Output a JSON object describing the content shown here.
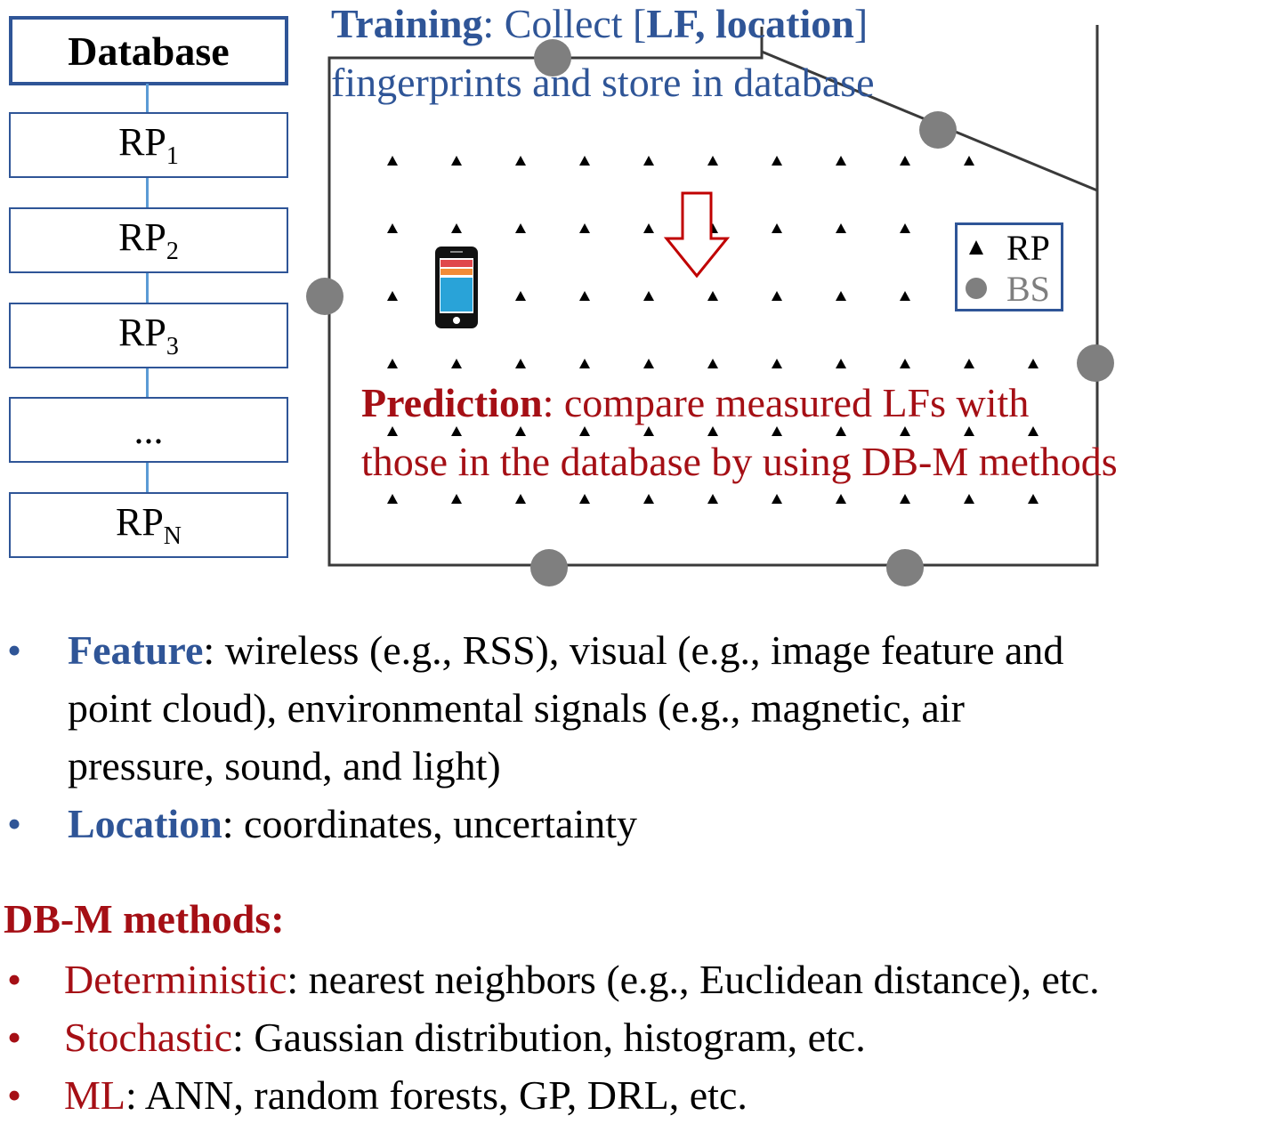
{
  "database": {
    "title": "Database",
    "items": [
      {
        "base": "RP",
        "sub": "1"
      },
      {
        "base": "RP",
        "sub": "2"
      },
      {
        "base": "RP",
        "sub": "3"
      },
      {
        "base": "...",
        "sub": ""
      },
      {
        "base": "RP",
        "sub": "N"
      }
    ]
  },
  "training": {
    "label": "Training",
    "text1": ": Collect [",
    "bold": "LF, location",
    "text2": "]",
    "line2": "fingerprints and store in database"
  },
  "prediction": {
    "label": "Prediction",
    "text1": ": compare measured LFs with",
    "line2": "those in the database by using DB-M methods"
  },
  "legend": {
    "rp_label": "RP",
    "bs_label": "BS"
  },
  "features": [
    {
      "term": "Feature",
      "line1": ": wireless (e.g., RSS), visual (e.g., image feature and",
      "line2": "point cloud), environmental signals (e.g., magnetic, air",
      "line3": "pressure, sound, and light)"
    },
    {
      "term": "Location",
      "line1": ": coordinates, uncertainty"
    }
  ],
  "methods": {
    "heading": "DB-M methods:",
    "items": [
      {
        "term": "Deterministic",
        "text": ": nearest neighbors (e.g., Euclidean distance), etc."
      },
      {
        "term": "Stochastic",
        "text": ": Gaussian distribution, histogram, etc."
      },
      {
        "term": "ML",
        "text": ": ANN, random forests, GP, DRL, etc."
      }
    ]
  },
  "bullet_char": "•",
  "colors": {
    "blue": "#2f5597",
    "red": "#a50f15",
    "bs_gray": "#7f7f7f"
  }
}
